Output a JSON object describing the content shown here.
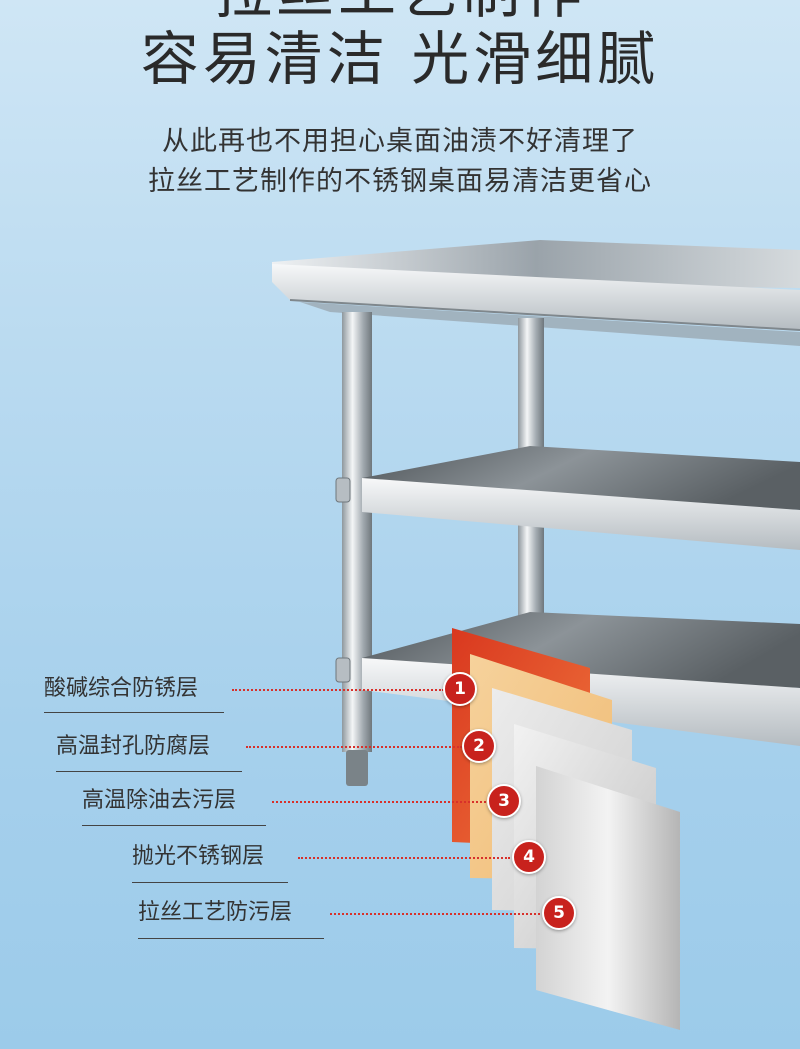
{
  "heading": {
    "cut_line": "拉丝工艺制作",
    "main": "容易清洁 光滑细腻"
  },
  "subtitle": {
    "line1": "从此再也不用担心桌面油渍不好清理了",
    "line2": "拉丝工艺制作的不锈钢桌面易清洁更省心"
  },
  "layers": [
    {
      "label": "酸碱综合防锈层",
      "number": "1"
    },
    {
      "label": "高温封孔防腐层",
      "number": "2"
    },
    {
      "label": "高温除油去污层",
      "number": "3"
    },
    {
      "label": "抛光不锈钢层",
      "number": "4"
    },
    {
      "label": "拉丝工艺防污层",
      "number": "5"
    }
  ],
  "colors": {
    "background": "#a6d0ec",
    "accent": "#c8221d",
    "layer1": "#e4502b",
    "layer2": "#f3c88a",
    "layer3": "#dcdcdc",
    "layer4": "#cfcfcf",
    "layer5": "#bdbdbd"
  }
}
